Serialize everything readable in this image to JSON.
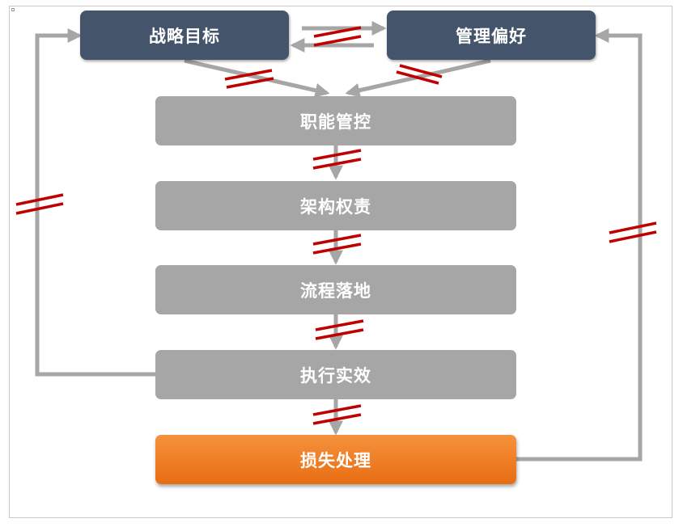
{
  "diagram": {
    "top_nodes": {
      "strategy": "战略目标",
      "preference": "管理偏好"
    },
    "chain": [
      {
        "id": "function",
        "label": "职能管控"
      },
      {
        "id": "structure",
        "label": "架构权责"
      },
      {
        "id": "process",
        "label": "流程落地"
      },
      {
        "id": "execution",
        "label": "执行实效"
      },
      {
        "id": "loss",
        "label": "损失处理"
      }
    ],
    "colors": {
      "dark_node": "#44546a",
      "gray_node": "#a6a6a6",
      "highlight_node": "#ef7d22",
      "connector": "#a6a6a6",
      "break_mark": "#c00000"
    }
  }
}
